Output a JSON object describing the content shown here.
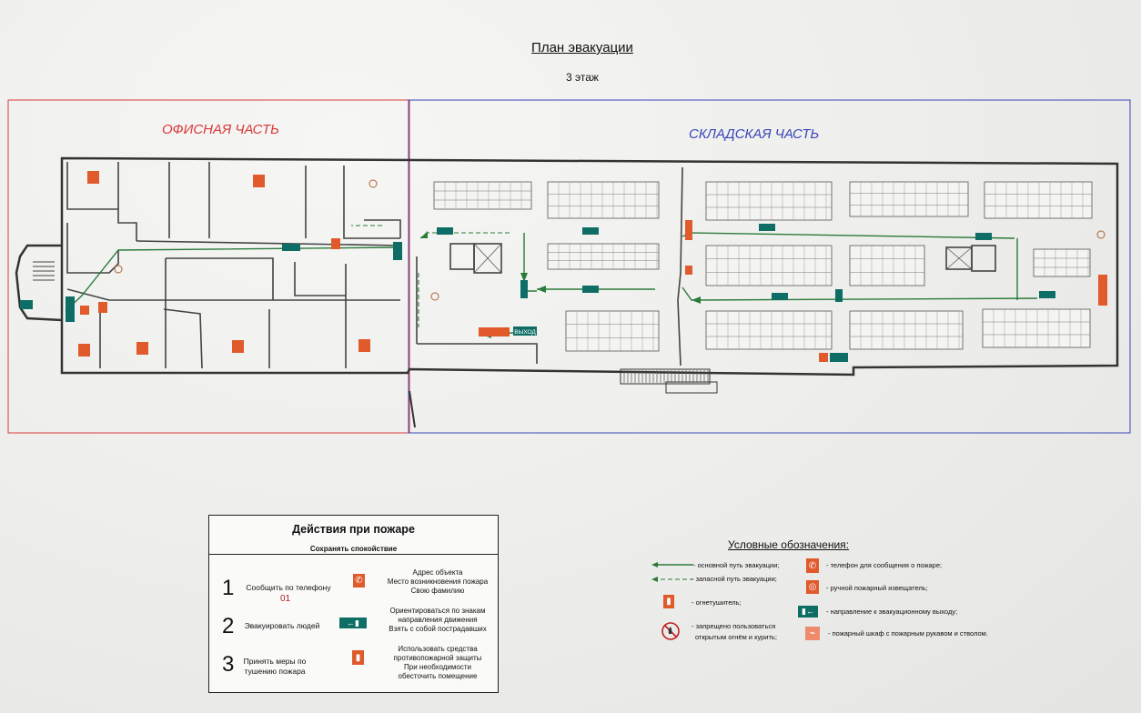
{
  "title": "План эвакуации",
  "subtitle": "3 этаж",
  "zones": {
    "office": {
      "label": "ОФИСНАЯ ЧАСТЬ",
      "color": "#d83a3a"
    },
    "warehouse": {
      "label": "СКЛАДСКАЯ ЧАСТЬ",
      "color": "#3a46b8"
    }
  },
  "plan_labels": {
    "exit": "ВЫХОД"
  },
  "colors": {
    "sign_red": "#e05a2c",
    "sign_teal": "#0e6e66",
    "route_green": "#2a7a3a"
  },
  "actions": {
    "heading": "Действия при пожаре",
    "subheading": "Сохранять спокойствие",
    "steps": [
      {
        "number": "1",
        "text": "Сообщить по телефону",
        "extra": "01"
      },
      {
        "number": "2",
        "text": "Эвакуировать людей"
      },
      {
        "number": "3",
        "text": "Принять меры по тушению пожара"
      }
    ],
    "notes": [
      {
        "line1": "Адрес объекта",
        "line2": "Место возникновения пожара",
        "line3": "Свою фамилию",
        "icon": "phone-icon"
      },
      {
        "line1": "Ориентироваться по знакам",
        "line2": "направления движения",
        "line3": "Взять с собой пострадавших",
        "icon": "exit-direction-icon"
      },
      {
        "line1": "Использовать средства",
        "line2": "противопожарной защиты",
        "line3": "При необходимости",
        "line4": "обесточить помещение",
        "icon": "extinguisher-icon"
      }
    ]
  },
  "legend": {
    "title": "Условные обозначения:",
    "main_route": "- основной путь эвакуации;",
    "backup_route": "- запасной путь эвакуации;",
    "extinguisher": "- огнетушитель;",
    "no_fire_line1": "- запрещено пользоваться",
    "no_fire_line2": "открытым огнём и курить;",
    "phone": "- телефон для сообщения о пожаре;",
    "alarm": "- ручной пожарный извещатель;",
    "exit_direction": "- направление к эвакуационному выходу;",
    "hose_cabinet": "- пожарный шкаф с пожарным рукавом и стволом."
  }
}
